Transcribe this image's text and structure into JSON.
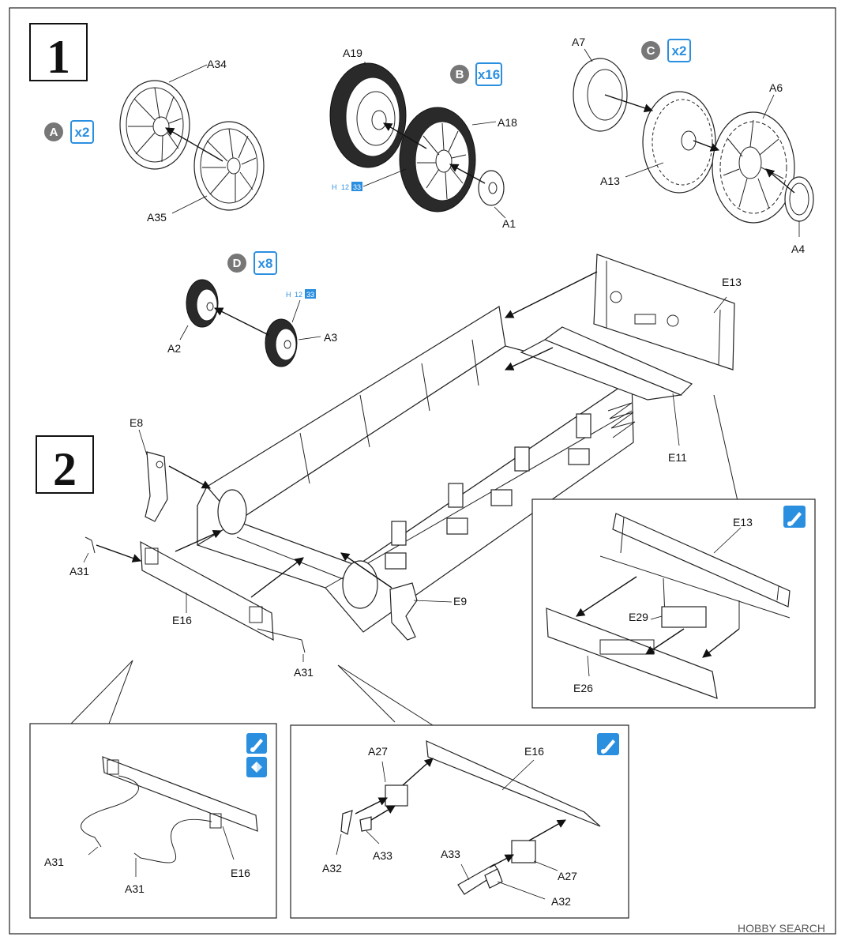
{
  "step1": {
    "number": "1"
  },
  "step2": {
    "number": "2"
  },
  "sub_assemblies": [
    {
      "letter": "A",
      "multiplier": "x2"
    },
    {
      "letter": "B",
      "multiplier": "x16"
    },
    {
      "letter": "C",
      "multiplier": "x2"
    },
    {
      "letter": "D",
      "multiplier": "x8"
    }
  ],
  "paint_refs": [
    {
      "prefix": "H",
      "code1": "12",
      "code2": "33"
    },
    {
      "prefix": "H",
      "code1": "12",
      "code2": "33"
    }
  ],
  "labels": {
    "A34": "A34",
    "A35": "A35",
    "A19": "A19",
    "A18": "A18",
    "A1": "A1",
    "A7": "A7",
    "A6": "A6",
    "A13": "A13",
    "A4": "A4",
    "A2": "A2",
    "A3": "A3",
    "E8": "E8",
    "E9": "E9",
    "E11": "E11",
    "E13": "E13",
    "E16": "E16",
    "A31": "A31",
    "E29": "E29",
    "E26": "E26",
    "A27": "A27",
    "A32": "A32",
    "A33": "A33"
  },
  "watermark": "HOBBY SEARCH"
}
